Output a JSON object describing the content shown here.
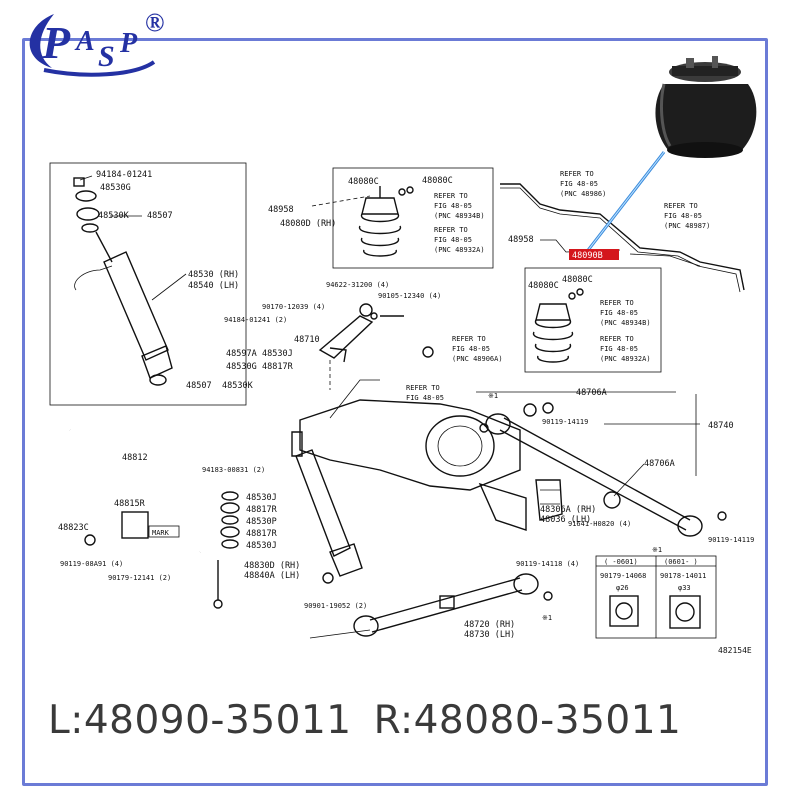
{
  "brand": {
    "logo_text": "PASP",
    "registered_mark": "®",
    "brand_color": "#2431a3"
  },
  "diagram": {
    "code": "482154E",
    "labels": {
      "p94184_01241_top": "94184-01241",
      "p48530G_top": "48530G",
      "p48530K_top": "48530K",
      "p48507_top": "48507",
      "p48530_48540": [
        "48530 (RH)",
        "48540 (LH)"
      ],
      "p48080C_a": "48080C",
      "p48080C_b": "48080C",
      "p48958_a": "48958",
      "p48080D": "48080D (RH)",
      "ref_48934B_a": [
        "REFER TO",
        "FIG 48-05",
        "(PNC 48934B)"
      ],
      "ref_48932A_a": [
        "REFER TO",
        "FIG 48-05",
        "(PNC 48932A)"
      ],
      "ref_48986": [
        "REFER TO",
        "FIG 48-05",
        "(PNC 48986)"
      ],
      "ref_48987": [
        "REFER TO",
        "FIG 48-05",
        "(PNC 48987)"
      ],
      "p48958_b": "48958",
      "p48090B": "48090B",
      "p48080C_c": "48080C",
      "p48080C_d": "48080C",
      "ref_48934B_b": [
        "REFER TO",
        "FIG 48-05",
        "(PNC 48934B)"
      ],
      "ref_48932A_b": [
        "REFER TO",
        "FIG 48-05",
        "(PNC 48932A)"
      ],
      "p94622": "94622-31200 (4)",
      "p90170": "90170-12039 (4)",
      "p90105": "90105-12340 (4)",
      "p94184_01241_mid": "94184-01241 (2)",
      "p48710": "48710",
      "p48597A": "48597A",
      "p48530J_mid": "48530J",
      "p48530G_mid": "48530G",
      "p48817R_mid": "48817R",
      "p48507_mid": "48507",
      "p48530K_mid": "48530K",
      "ref_48906A": [
        "REFER TO",
        "FIG 48-05",
        "(PNC 48906A)"
      ],
      "ref_fig48": [
        "REFER TO",
        "FIG 48-05"
      ],
      "x1_a": "※1",
      "p48706A_a": "48706A",
      "p90119_14119_a": "90119-14119",
      "p48740": "48740",
      "p48812": "48812",
      "p94183": "94183-00831 (2)",
      "p48530J_b": "48530J",
      "p48817R_b": "48817R",
      "p48530P": "48530P",
      "p48817R_c": "48817R",
      "p48530J_c": "48530J",
      "p48815R": "48815R",
      "p48823C": "48823C",
      "mark": "MARK",
      "p90119_08A91": "90119-08A91 (4)",
      "p90179_12141": "90179-12141 (2)",
      "p48830D": [
        "48830D (RH)",
        "48840A (LH)"
      ],
      "p48706A_b": "48706A",
      "p48306A": [
        "48306A (RH)",
        "48036 (LH)"
      ],
      "p91641": "91641-H0820 (4)",
      "p90119_14119_b": "90119-14119",
      "p90119_14118": "90119-14118 (4)",
      "p90901": "90901-19052 (2)",
      "p48720": [
        "48720 (RH)",
        "48730 (LH)"
      ],
      "x1_b": "※1",
      "x1_table": "※1",
      "table": {
        "col1_head": "(  -0601)",
        "col2_head": "(0601-  )",
        "col1_part": "90179-14068",
        "col2_part": "90178-14011",
        "col1_dia": "φ26",
        "col2_dia": "φ33"
      }
    }
  },
  "part_numbers": {
    "left": "L:48090-35011",
    "right": "R:48080-35011"
  }
}
